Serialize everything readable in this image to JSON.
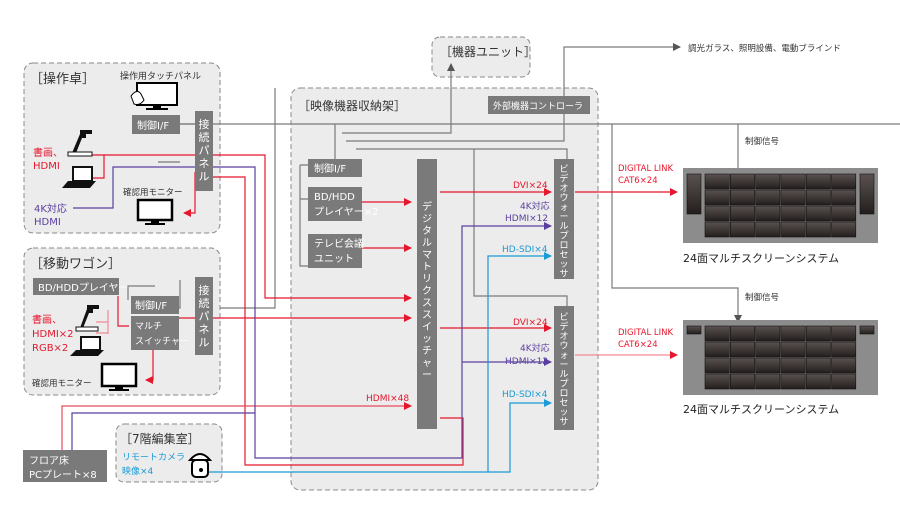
{
  "colors": {
    "red": "#e6172d",
    "purple": "#5b3fa0",
    "blue": "#1a9ad6",
    "gray_box": "#7a7a7a",
    "line_gray": "#6e6e6e",
    "panel_bg": "#ececec"
  },
  "groups": {
    "console": "［操作卓］",
    "wagon": "［移動ワゴン］",
    "rack": "［映像機器収納架］",
    "unit": "［機器ユニット］",
    "edit_room": "［7階編集室］"
  },
  "console": {
    "touch_panel": "操作用タッチパネル",
    "control_if": "制御I/F",
    "connect_panel": [
      "接",
      "続",
      "パ",
      "ネ",
      "ル"
    ],
    "doc_hdmi": [
      "書画、",
      "HDMI"
    ],
    "uhd_hdmi": [
      "4K対応",
      "HDMI"
    ],
    "monitor": "確認用モニター"
  },
  "wagon": {
    "bd_player": "BD/HDDプレイヤー",
    "control_if": "制御I/F",
    "multi_switcher": [
      "マルチ",
      "スイッチャー"
    ],
    "connect_panel": [
      "接",
      "続",
      "パ",
      "ネ",
      "ル"
    ],
    "inputs": [
      "書画、",
      "HDMI×2",
      "RGB×2"
    ],
    "monitor": "確認用モニター"
  },
  "floor": {
    "plate": [
      "フロア床",
      "PCプレート×8"
    ]
  },
  "edit_room": {
    "camera": [
      "リモートカメラ",
      "映像×4"
    ]
  },
  "rack": {
    "external_controller": "外部機器コントローラ",
    "control_if": "制御I/F",
    "bd_players": [
      "BD/HDD",
      "プレイヤー×2"
    ],
    "tv_conf": [
      "テレビ会議",
      "ユニット"
    ],
    "matrix_switcher": [
      "デ",
      "ジ",
      "タ",
      "ル",
      "マ",
      "ト",
      "リ",
      "ク",
      "ス",
      "ス",
      "イ",
      "ッ",
      "チ",
      "ャ",
      "ー"
    ],
    "wall_processor": [
      "ビ",
      "デ",
      "オ",
      "ウ",
      "ォ",
      "ー",
      "ル",
      "プ",
      "ロ",
      "セ",
      "ッ",
      "サ"
    ],
    "labels": {
      "dvi": "DVI×24",
      "uhd": [
        "4K対応",
        "HDMI×12"
      ],
      "sdi": "HD-SDI×4",
      "hdmi48": "HDMI×48"
    }
  },
  "outputs": {
    "external": "調光ガラス、照明設備、電動ブラインド",
    "control_signal": "制御信号",
    "digital_link": [
      "DIGITAL LINK",
      "CAT6×24"
    ],
    "screen_system": "24面マルチスクリーンシステム"
  }
}
